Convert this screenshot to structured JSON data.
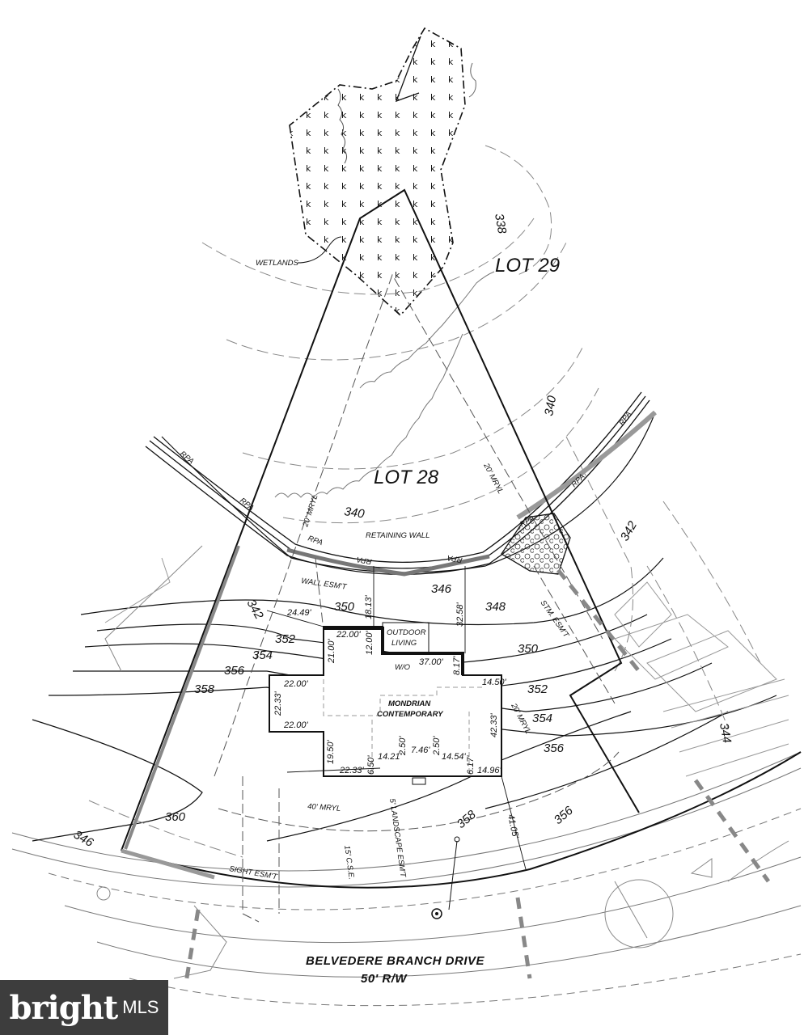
{
  "lots": {
    "lot_29": "LOT 29",
    "lot_28": "LOT 28"
  },
  "labels": {
    "wetlands": "WETLANDS",
    "retaining_wall": "RETAINING WALL",
    "wall_esmt": "WALL ESM'T",
    "stm_esmt": "STM. ESM'T",
    "outdoor": "OUTDOOR",
    "living": "LIVING",
    "wo": "W/O",
    "house_name_1": "MONDRIAN",
    "house_name_2": "CONTEMPORARY",
    "mryl_20_left": "20' MRYL",
    "mryl_20_right": "20' MRYL",
    "mryl_20_side": "20' MRYL",
    "mryl_40": "40' MRYL",
    "landscape_esmt": "5' LANDSCAPE ESM'T",
    "cse": "15' C.S.E.",
    "sight_esmt": "SIGHT ESM'T",
    "rpa": "RPA"
  },
  "street": {
    "name": "BELVEDERE BRANCH DRIVE",
    "row": "50' R/W"
  },
  "contours": {
    "c338": "338",
    "c340a": "340",
    "c340b": "340",
    "c342a": "342",
    "c342b": "342",
    "c344": "344",
    "c346a": "346",
    "c346b": "346",
    "c348": "348",
    "c350a": "350",
    "c350b": "350",
    "c352a": "352",
    "c352b": "352",
    "c354a": "354",
    "c354b": "354",
    "c356a": "356",
    "c356b": "356",
    "c356c": "356",
    "c358a": "358",
    "c358b": "358",
    "c360": "360"
  },
  "dims": {
    "d24_49": "24.49'",
    "d18_13": "18.13'",
    "d32_58": "32.58'",
    "d22_00a": "22.00'",
    "d12_00": "12.00'",
    "d21_00": "21.00'",
    "d37_00": "37.00'",
    "d8_17": "8.17'",
    "d14_50": "14.50'",
    "d22_00b": "22.00'",
    "d22_33a": "22.33'",
    "d22_00c": "22.00'",
    "d42_33": "42.33'",
    "d19_50": "19.50'",
    "d22_33b": "22.33'",
    "d6_50": "6.50'",
    "d14_21": "14.21'",
    "d2_50a": "2.50'",
    "d7_46": "7.46'",
    "d2_50b": "2.50'",
    "d14_54": "14.54'",
    "d6_17": "6.17'",
    "d14_96": "14.96'",
    "d41_05": "41.05'"
  },
  "logo": {
    "word": "bright",
    "suffix": "MLS"
  },
  "colors": {
    "ink": "#111111",
    "gray": "#8c8c8c",
    "logo_bg": "#3d3d3d"
  }
}
